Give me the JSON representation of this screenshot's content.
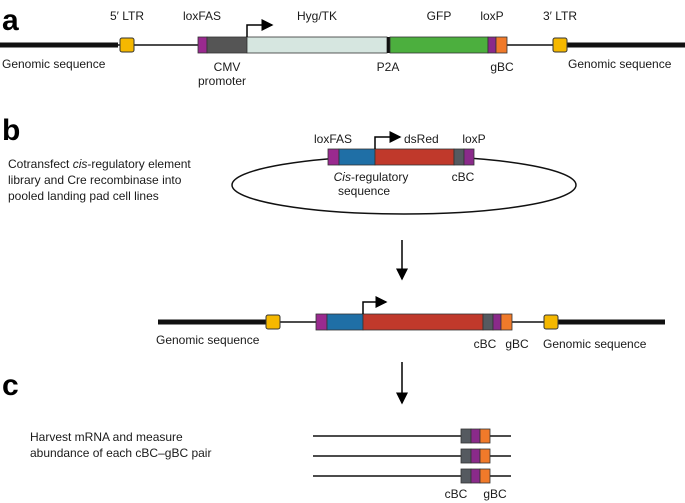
{
  "panels": {
    "a": "a",
    "b": "b",
    "c": "c"
  },
  "panel_a": {
    "ltr5": "5′ LTR",
    "loxfas": "loxFAS",
    "hygtk": "Hyg/TK",
    "gfp": "GFP",
    "loxp": "loxP",
    "ltr3": "3′ LTR",
    "genomic_left": "Genomic sequence",
    "cmv": "CMV",
    "promoter": "promoter",
    "p2a": "P2A",
    "gbc": "gBC",
    "genomic_right": "Genomic sequence"
  },
  "panel_b": {
    "desc_line1_a": "Cotransfect ",
    "desc_line1_cis": "cis",
    "desc_line1_b": "-regulatory element",
    "desc_line2": "library and Cre recombinase into",
    "desc_line3": "pooled landing pad cell lines",
    "loxfas": "loxFAS",
    "dsred": "dsRed",
    "loxp": "loxP",
    "cis_italic": "Cis",
    "cis_rest": "-regulatory",
    "sequence": "sequence",
    "cbc": "cBC"
  },
  "integrated": {
    "genomic_left": "Genomic sequence",
    "cbc": "cBC",
    "gbc": "gBC",
    "genomic_right": "Genomic sequence"
  },
  "panel_c": {
    "desc_line1": "Harvest mRNA and measure",
    "desc_line2": "abundance of each cBC–gBC pair",
    "cbc": "cBC",
    "gbc": "gBC"
  },
  "colors": {
    "ltr": "#f5b800",
    "loxfas": "#9a2a8f",
    "cmv": "#555555",
    "hygtk": "#d6e6e0",
    "gfp": "#4caf3e",
    "loxp_purple": "#8a2a8a",
    "gbc_orange": "#f07a2a",
    "cis_blue": "#1f6fa6",
    "dsred": "#c0392b",
    "cbc_gray": "#555a60"
  }
}
